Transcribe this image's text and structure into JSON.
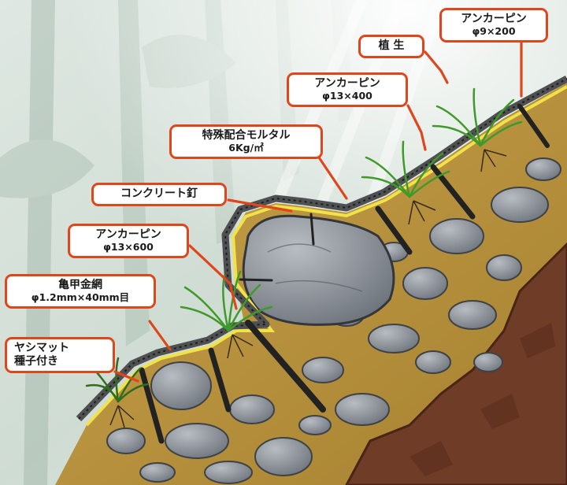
{
  "labels": {
    "anchor_pin_top": {
      "name": "アンカーピン",
      "spec": "φ9×200"
    },
    "vegetation": {
      "name": "植 生"
    },
    "anchor_pin_upper": {
      "name": "アンカーピン",
      "spec": "φ13×400"
    },
    "mortar": {
      "name": "特殊配合モルタル",
      "spec": "6Kg/㎡"
    },
    "concrete_nail": {
      "name": "コンクリート釘"
    },
    "anchor_pin_middle": {
      "name": "アンカーピン",
      "spec": "φ13×600"
    },
    "wire_mesh": {
      "name": "亀甲金網",
      "spec": "φ1.2mm×40mm目"
    },
    "palm_mat": {
      "name": "ヤシマット",
      "spec": "種子付き"
    }
  },
  "colors": {
    "callout_border": "#e0461c",
    "soil": "#b58f3a",
    "bedrock": "#6b3a26",
    "rock": "#8f959c",
    "mortar_crust": "#57585a",
    "grass": "#3d8a2a"
  }
}
